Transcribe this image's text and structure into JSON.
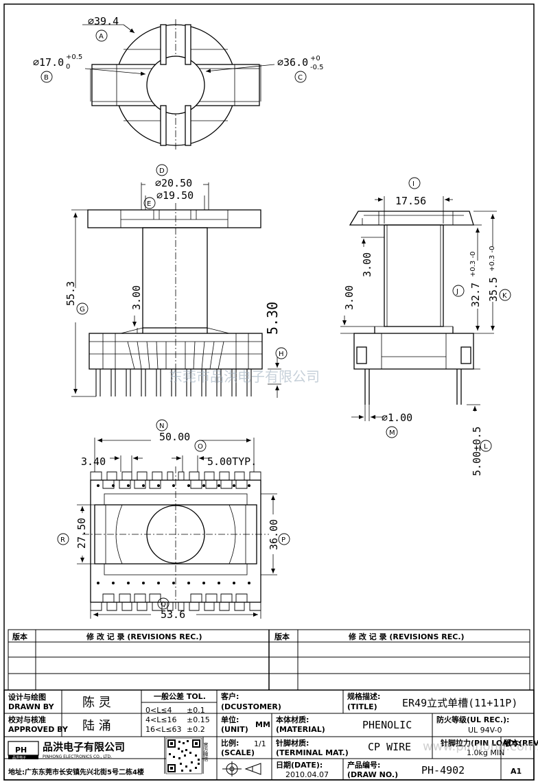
{
  "views": {
    "top": {
      "a": "⌀39.4",
      "b": "⌀17.0",
      "b_tol_up": "+0.5",
      "b_tol_dn": "0",
      "c": "⌀36.0",
      "c_tol_up": "+0",
      "c_tol_dn": "-0.5"
    },
    "front": {
      "d": "⌀20.50",
      "e": "⌀19.50",
      "g": "55.3",
      "t1": "3.00",
      "h": "5.30"
    },
    "side": {
      "i": "17.56",
      "t1": "3.00",
      "t2": "3.00",
      "j": "32.7",
      "j_tol": "+0.3 -0",
      "k": "35.5",
      "k_tol": "+0.3 -0",
      "m": "⌀1.00",
      "l": "5.00±0.5"
    },
    "bottom": {
      "n": "50.00",
      "pitch1": "3.40",
      "o": "5.00TYP.",
      "r": "27.50",
      "p": "36.00",
      "q": "53.6"
    }
  },
  "callouts": [
    "A",
    "B",
    "C",
    "D",
    "E",
    "G",
    "H",
    "I",
    "J",
    "K",
    "L",
    "M",
    "N",
    "O",
    "P",
    "Q",
    "R"
  ],
  "watermark": {
    "cn": "东莞市品洪电子有限公司",
    "url": "www.pinhong.com.td"
  },
  "revisions": {
    "col_ver": "版本",
    "col_rec": "修 改 记 录 (REVISIONS REC.)"
  },
  "title_block": {
    "designed_cn": "设计与绘图",
    "designed_en": "DRAWN BY",
    "designer": "陈 灵",
    "approved_cn": "校对与核准",
    "approved_en": "APPROVED BY",
    "approver": "陆 涌",
    "tol_title": "一般公差 TOL.",
    "tol_rows": [
      {
        "range": "0<L≤4",
        "tol": "±0.1"
      },
      {
        "range": "4<L≤16",
        "tol": "±0.15"
      },
      {
        "range": "16<L≤63",
        "tol": "±0.2"
      }
    ],
    "customer_cn": "客户:",
    "customer_en": "(DCUSTOMER)",
    "spec_cn": "规格描述:",
    "spec_en": "(TITLE)",
    "spec_value": "ER49立式单槽(11+11P)",
    "unit_cn": "单位:",
    "unit_en": "(UNIT)",
    "unit_value": "MM",
    "material_cn": "本体材质:",
    "material_en": "(MATERIAL)",
    "material_value": "PHENOLIC",
    "fire_cn": "防火等级(UL REC.):",
    "fire_value": "UL 94V-0",
    "scale_cn": "比例:",
    "scale_en": "(SCALE)",
    "scale_value": "1/1",
    "terminal_cn": "针脚材质:",
    "terminal_en": "(TERMINAL MAT.)",
    "terminal_value": "CP WIRE",
    "pinload_cn": "针脚拉力(PIN LOAD):",
    "pinload_value": "1.0kg MIN",
    "date_cn": "日期(DATE):",
    "date_value": "2010.04.07",
    "drawno_cn": "产品编号:",
    "drawno_en": "(DRAW NO.)",
    "drawno_value": "PH-4902",
    "rev_cn": "版本(REV):",
    "rev_value": "A1",
    "company_cn": "品洪电子有限公司",
    "company_en": "PINHONG ELECTRONICS CO., LTD.",
    "logo": "PH",
    "logo_sub": "品洪电子",
    "qr_caption": "官方微信",
    "address": "地址:广东东莞市长安镇先兴北街5号二栋4楼"
  }
}
